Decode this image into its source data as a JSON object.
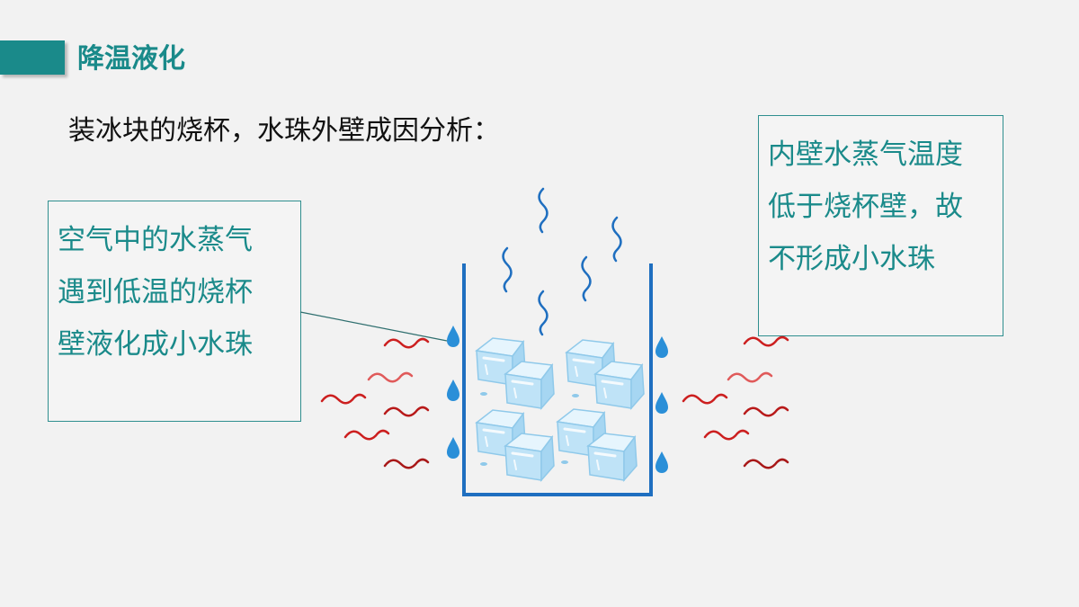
{
  "slide": {
    "title": "降温液化",
    "subtitle": "装冰块的烧杯，水珠外壁成因分析：",
    "left_box": {
      "lines": [
        "空气中的水蒸气",
        "遇到低温的烧杯",
        "壁液化成小水珠"
      ]
    },
    "right_box": {
      "lines": [
        "内壁水蒸气温度",
        "低于烧杯壁，故",
        "不形成小水珠"
      ]
    }
  },
  "illustration": {
    "objects": [
      "beaker",
      "ice-cubes",
      "water-droplets",
      "vapor-waves",
      "heat-waves"
    ],
    "colors": {
      "accent": "#1a8a8a",
      "beaker": "#1f6fc0",
      "droplet": "#2a8fd8",
      "heat_wave": "#cc1f1f",
      "vapor": "#1f6fc0",
      "ice": "#bfe3f7"
    }
  }
}
